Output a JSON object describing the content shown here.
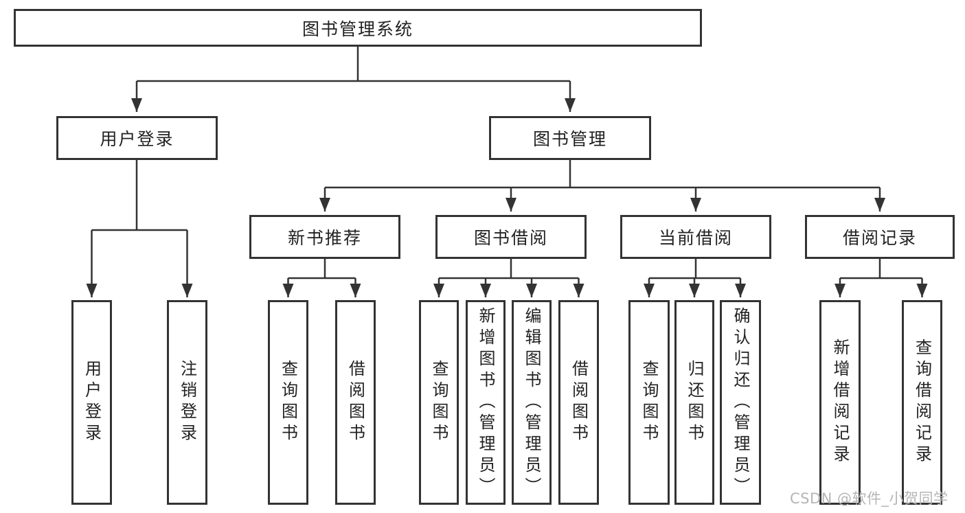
{
  "diagram": {
    "root": {
      "label": "图书管理系统"
    },
    "branches": [
      {
        "label": "用户登录",
        "children": [
          {
            "label": "用户登录"
          },
          {
            "label": "注销登录"
          }
        ]
      },
      {
        "label": "图书管理",
        "children": [
          {
            "label": "新书推荐",
            "children": [
              {
                "label": "查询图书"
              },
              {
                "label": "借阅图书"
              }
            ]
          },
          {
            "label": "图书借阅",
            "children": [
              {
                "label": "查询图书"
              },
              {
                "label": "新增图书（管理员）"
              },
              {
                "label": "编辑图书（管理员）"
              },
              {
                "label": "借阅图书"
              }
            ]
          },
          {
            "label": "当前借阅",
            "children": [
              {
                "label": "查询图书"
              },
              {
                "label": "归还图书"
              },
              {
                "label": "确认归还（管理员）"
              }
            ]
          },
          {
            "label": "借阅记录",
            "children": [
              {
                "label": "新增借阅记录"
              },
              {
                "label": "查询借阅记录"
              }
            ]
          }
        ]
      }
    ]
  },
  "watermark": {
    "text": "CSDN @软件_小贺同学"
  },
  "colors": {
    "line": "#333333",
    "text": "#222222",
    "watermark": "#b5b5b5",
    "background": "#ffffff"
  }
}
